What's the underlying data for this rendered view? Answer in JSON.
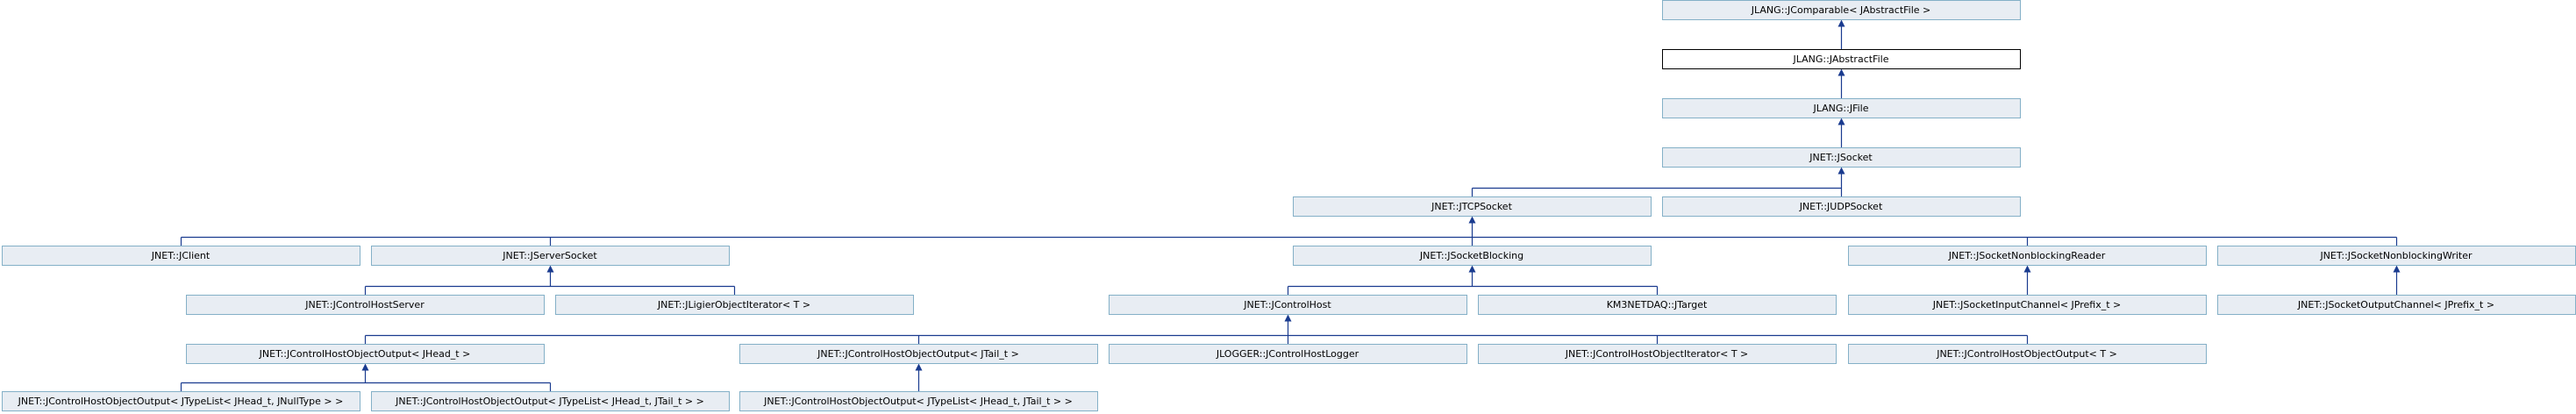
{
  "diagram": {
    "nodes": [
      {
        "id": "n1",
        "label": "JLANG::JComparable< JAbstractFile >"
      },
      {
        "id": "n2",
        "label": "JLANG::JAbstractFile",
        "current": true
      },
      {
        "id": "n3",
        "label": "JLANG::JFile"
      },
      {
        "id": "n4",
        "label": "JNET::JSocket"
      },
      {
        "id": "n5",
        "label": "JNET::JTCPSocket"
      },
      {
        "id": "n6",
        "label": "JNET::JUDPSocket"
      },
      {
        "id": "n7",
        "label": "JNET::JClient"
      },
      {
        "id": "n8",
        "label": "JNET::JServerSocket"
      },
      {
        "id": "n9",
        "label": "JNET::JSocketBlocking"
      },
      {
        "id": "n10",
        "label": "JNET::JSocketNonblockingReader"
      },
      {
        "id": "n11",
        "label": "JNET::JSocketNonblockingWriter"
      },
      {
        "id": "n12",
        "label": "JNET::JControlHostServer"
      },
      {
        "id": "n13",
        "label": "JNET::JLigierObjectIterator< T >"
      },
      {
        "id": "n14",
        "label": "JNET::JControlHost"
      },
      {
        "id": "n15",
        "label": "KM3NETDAQ::JTarget"
      },
      {
        "id": "n16",
        "label": "JNET::JSocketInputChannel< JPrefix_t >"
      },
      {
        "id": "n17",
        "label": "JNET::JSocketOutputChannel< JPrefix_t >"
      },
      {
        "id": "n18",
        "label": "JNET::JControlHostObjectOutput< JHead_t >"
      },
      {
        "id": "n19",
        "label": "JNET::JControlHostObjectOutput< JTail_t >"
      },
      {
        "id": "n20",
        "label": "JLOGGER::JControlHostLogger"
      },
      {
        "id": "n21",
        "label": "JNET::JControlHostObjectIterator< T >"
      },
      {
        "id": "n22",
        "label": "JNET::JControlHostObjectOutput< T >"
      },
      {
        "id": "n23",
        "label": "JNET::JControlHostObjectOutput< JTypeList< JHead_t, JNullType > >"
      },
      {
        "id": "n24",
        "label": "JNET::JControlHostObjectOutput< JTypeList< JHead_t, JTail_t > >"
      },
      {
        "id": "n25",
        "label": "JNET::JControlHostObjectOutput< JTypeList< JHead_t, JTail_t > >"
      }
    ],
    "edges": [
      {
        "from": "n2",
        "to": "n1"
      },
      {
        "from": "n3",
        "to": "n2"
      },
      {
        "from": "n4",
        "to": "n3"
      },
      {
        "from": "n5",
        "to": "n4"
      },
      {
        "from": "n6",
        "to": "n4"
      },
      {
        "from": "n7",
        "to": "n5"
      },
      {
        "from": "n8",
        "to": "n5"
      },
      {
        "from": "n9",
        "to": "n5"
      },
      {
        "from": "n10",
        "to": "n5"
      },
      {
        "from": "n11",
        "to": "n5"
      },
      {
        "from": "n12",
        "to": "n8"
      },
      {
        "from": "n13",
        "to": "n8"
      },
      {
        "from": "n14",
        "to": "n9"
      },
      {
        "from": "n15",
        "to": "n9"
      },
      {
        "from": "n16",
        "to": "n10"
      },
      {
        "from": "n17",
        "to": "n11"
      },
      {
        "from": "n18",
        "to": "n14"
      },
      {
        "from": "n19",
        "to": "n14"
      },
      {
        "from": "n20",
        "to": "n14"
      },
      {
        "from": "n21",
        "to": "n14"
      },
      {
        "from": "n22",
        "to": "n14"
      },
      {
        "from": "n23",
        "to": "n18"
      },
      {
        "from": "n24",
        "to": "n18"
      },
      {
        "from": "n25",
        "to": "n19"
      }
    ]
  }
}
